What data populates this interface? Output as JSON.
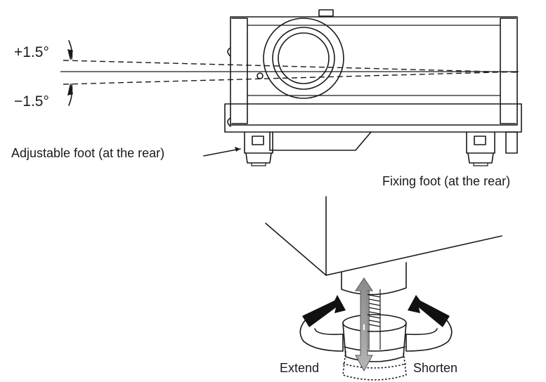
{
  "angle_up_label": "+1.5°",
  "angle_down_label": "−1.5°",
  "adjustable_foot_label": "Adjustable foot (at the rear)",
  "fixing_foot_label": "Fixing foot (at the rear)",
  "extend_label": "Extend",
  "shorten_label": "Shorten"
}
